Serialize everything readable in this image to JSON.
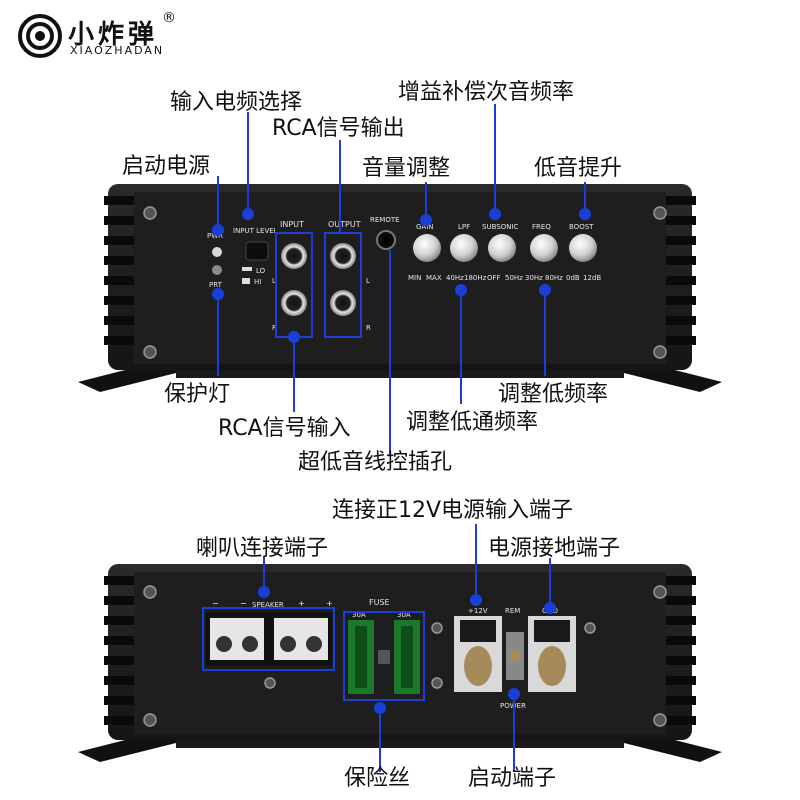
{
  "brand": {
    "name": "小炸弹",
    "registered": "®",
    "subtitle": "XIAOZHADAN"
  },
  "front_panel": {
    "labels": {
      "pwr": "PWR",
      "prt": "PRT",
      "input_level": "INPUT LEVEL",
      "lo": "LO",
      "hi": "HI",
      "input": "INPUT",
      "output": "OUTPUT",
      "remote": "REMOTE",
      "gain": "GAIN",
      "lpf": "LPF",
      "subsonic": "SUBSONIC",
      "freq": "FREQ",
      "boost": "BOOST",
      "min": "MIN",
      "max": "MAX",
      "hz40": "40Hz",
      "hz180": "180Hz",
      "off": "OFF",
      "hz50": "50Hz",
      "hz30": "30Hz",
      "hz80": "80Hz",
      "db0": "0dB",
      "db12": "12dB",
      "l": "L",
      "r": "R"
    },
    "callouts": {
      "input_freq_select": "输入电频选择",
      "rca_output": "RCA信号输出",
      "power_start": "启动电源",
      "gain_comp": "增益补偿次音频率",
      "volume_adjust": "音量调整",
      "bass_boost": "低音提升",
      "protect_light": "保护灯",
      "rca_input": "RCA信号输入",
      "low_freq_adjust": "调整低频率",
      "lowpass_adjust": "调整低通频率",
      "sub_wire_jack": "超低音线控插孔"
    }
  },
  "rear_panel": {
    "labels": {
      "speaker": "SPEAKER",
      "fuse": "FUSE",
      "fuse_a": "30A",
      "fuse_b": "30A",
      "v12": "+12V",
      "rem": "REM",
      "gnd": "GND",
      "power": "POWER"
    },
    "callouts": {
      "positive_12v": "连接正12V电源输入端子",
      "speaker_terminal": "喇叭连接端子",
      "ground_terminal": "电源接地端子",
      "fuse": "保险丝",
      "start_terminal": "启动端子"
    }
  },
  "colors": {
    "accent_blue": "#1a3fd6",
    "panel": "#1c1c1c",
    "fin": "#0c0c0c"
  }
}
